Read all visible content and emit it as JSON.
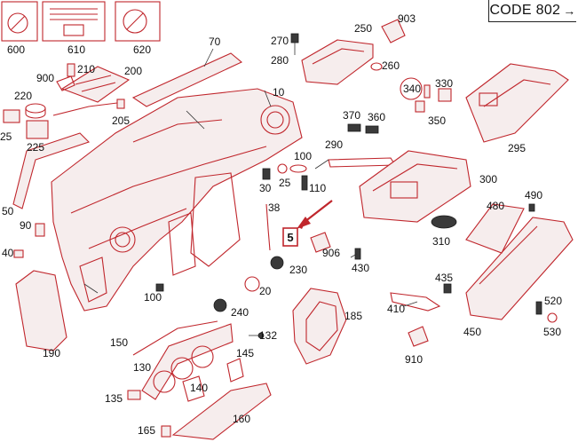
{
  "code": {
    "label": "CODE 802",
    "arrow": "→"
  },
  "highlight": {
    "part_number": "5",
    "color": "#c0262c"
  },
  "colors": {
    "line": "#c0262c",
    "text": "#111111",
    "background": "#ffffff"
  },
  "part_numbers": [
    "600",
    "610",
    "620",
    "900",
    "210",
    "200",
    "70",
    "270",
    "280",
    "250",
    "903",
    "260",
    "330",
    "340",
    "350",
    "220",
    "25",
    "225",
    "205",
    "10",
    "370",
    "360",
    "290",
    "295",
    "50",
    "90",
    "100",
    "30",
    "25",
    "110",
    "300",
    "38",
    "480",
    "490",
    "40",
    "5",
    "906",
    "310",
    "430",
    "100",
    "20",
    "230",
    "435",
    "410",
    "520",
    "185",
    "240",
    "450",
    "530",
    "190",
    "150",
    "132",
    "130",
    "145",
    "140",
    "135",
    "910",
    "165",
    "160"
  ]
}
